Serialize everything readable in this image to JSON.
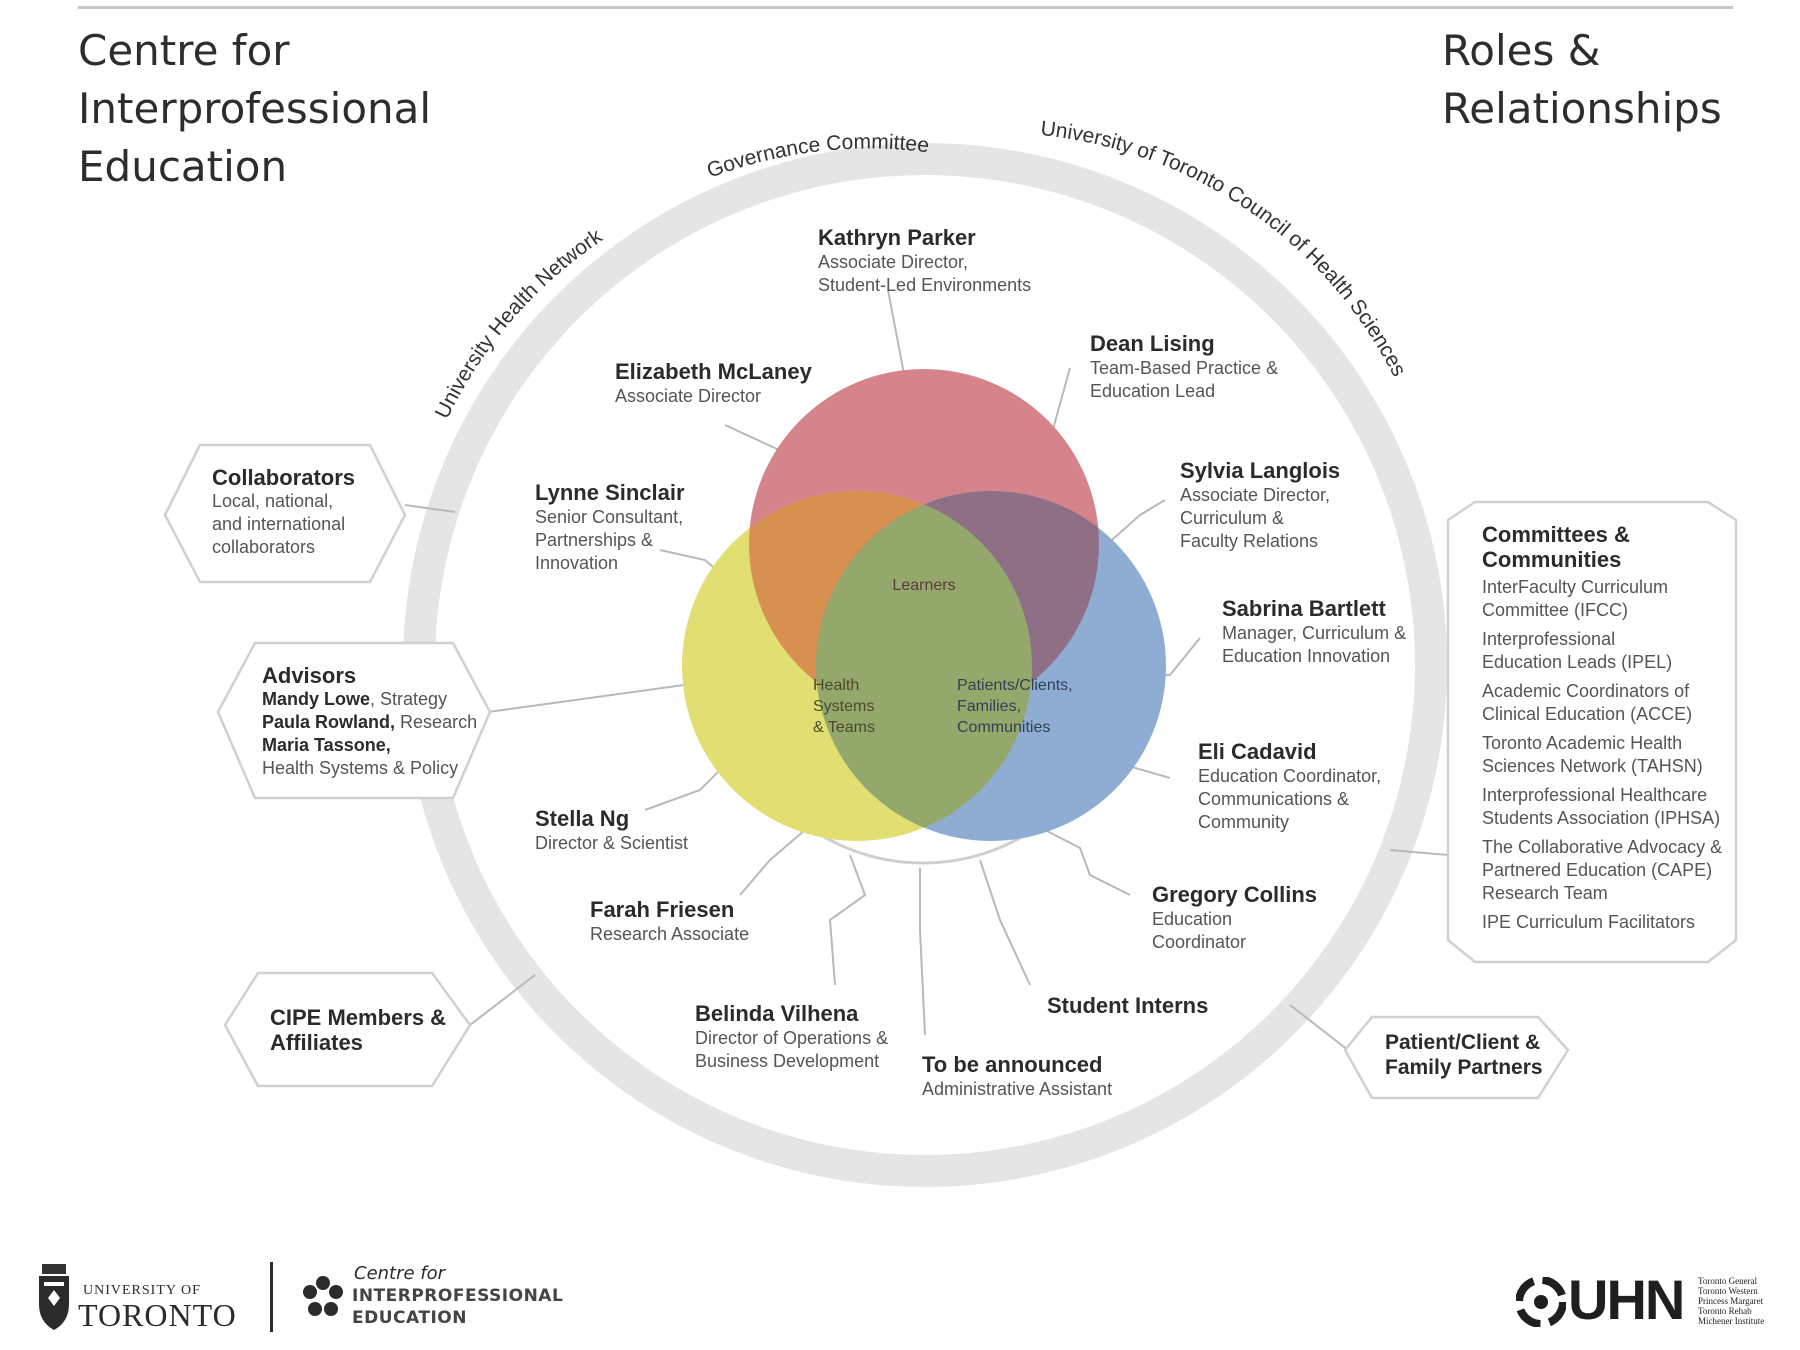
{
  "title_left": [
    "Centre for",
    "Interprofessional",
    "Education"
  ],
  "title_right": [
    "Roles &",
    "Relationships"
  ],
  "ring_labels": {
    "uhn": "University Health Network",
    "governance": "Governance Committee",
    "council": "University of Toronto Council of Health Sciences"
  },
  "venn": {
    "learners": "Learners",
    "health": [
      "Health",
      "Systems",
      "& Teams"
    ],
    "patients": [
      "Patients/Clients,",
      "Families,",
      "Communities"
    ],
    "colors": {
      "learners": "#d4848a",
      "health": "#e2df72",
      "patients": "#8fadd3",
      "overlap_lh": "#d89050",
      "overlap_lp": "#8e6f86",
      "overlap_hp": "#95a86c"
    }
  },
  "people": {
    "parker": {
      "name": "Kathryn Parker",
      "role": [
        "Associate Director,",
        "Student-Led Environments"
      ]
    },
    "lising": {
      "name": "Dean Lising",
      "role": [
        "Team-Based Practice &",
        "Education Lead"
      ]
    },
    "mclaney": {
      "name": "Elizabeth McLaney",
      "role": [
        "Associate Director"
      ]
    },
    "langlois": {
      "name": "Sylvia Langlois",
      "role": [
        "Associate Director,",
        "Curriculum &",
        "Faculty Relations"
      ]
    },
    "sinclair": {
      "name": "Lynne Sinclair",
      "role": [
        "Senior Consultant,",
        "Partnerships &",
        "Innovation"
      ]
    },
    "bartlett": {
      "name": "Sabrina Bartlett",
      "role": [
        "Manager, Curriculum &",
        "Education Innovation"
      ]
    },
    "cadavid": {
      "name": "Eli Cadavid",
      "role": [
        "Education Coordinator,",
        "Communications &",
        "Community"
      ]
    },
    "ng": {
      "name": "Stella Ng",
      "role": [
        "Director & Scientist"
      ]
    },
    "collins": {
      "name": "Gregory Collins",
      "role": [
        "Education",
        "Coordinator"
      ]
    },
    "friesen": {
      "name": "Farah Friesen",
      "role": [
        "Research Associate"
      ]
    },
    "interns": {
      "name": "Student Interns",
      "role": []
    },
    "vilhena": {
      "name": "Belinda Vilhena",
      "role": [
        "Director of Operations &",
        "Business Development"
      ]
    },
    "tba": {
      "name": "To be announced",
      "role": [
        "Administrative Assistant"
      ]
    }
  },
  "collaborators": {
    "title": "Collaborators",
    "lines": [
      "Local, national,",
      "and international",
      "collaborators"
    ]
  },
  "advisors": {
    "title": "Advisors",
    "members": [
      {
        "name": "Mandy Lowe",
        "sep": ", ",
        "area": "Strategy"
      },
      {
        "name": "Paula Rowland,",
        "sep": " ",
        "area": "Research"
      },
      {
        "name": "Maria Tassone,",
        "sep": "",
        "area": ""
      }
    ],
    "last_line": "Health Systems & Policy"
  },
  "cipe": {
    "lines": [
      "CIPE Members &",
      "Affiliates"
    ]
  },
  "committees": {
    "title": [
      "Committees &",
      "Communities"
    ],
    "items": [
      [
        "InterFaculty Curriculum",
        "Committee (IFCC)"
      ],
      [
        "Interprofessional",
        "Education Leads (IPEL)"
      ],
      [
        "Academic Coordinators of",
        "Clinical Education (ACCE)"
      ],
      [
        "Toronto Academic Health",
        "Sciences Network (TAHSN)"
      ],
      [
        "Interprofessional Healthcare",
        "Students Association (IPHSA)"
      ],
      [
        "The Collaborative Advocacy &",
        "Partnered Education (CAPE)",
        "Research Team"
      ],
      [
        "IPE Curriculum Facilitators"
      ]
    ]
  },
  "patient_partners": {
    "lines": [
      "Patient/Client &",
      "Family Partners"
    ]
  },
  "logos": {
    "uoft": [
      "UNIVERSITY OF",
      "TORONTO"
    ],
    "cipe": [
      "Centre for",
      "INTERPROFESSIONAL",
      "EDUCATION"
    ],
    "uhn": "UHN",
    "uhn_sites": [
      "Toronto General",
      "Toronto Western",
      "Princess Margaret",
      "Toronto Rehab",
      "Michener Institute"
    ]
  }
}
